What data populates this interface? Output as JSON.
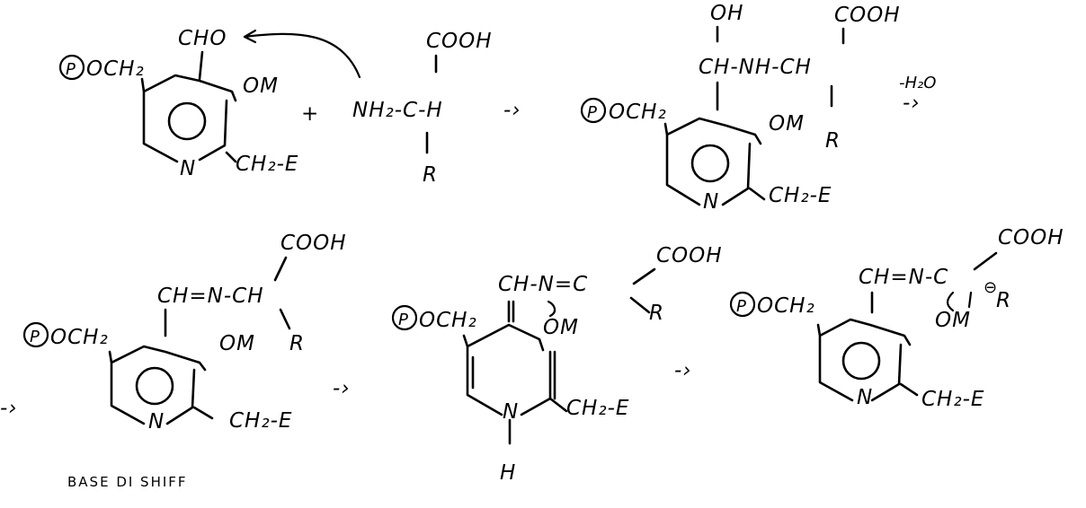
{
  "labels": {
    "s1_cho": "CHO",
    "s1_poch2": "OCH₂",
    "s1_oh": "OM",
    "s1_n": "N",
    "s1_ch2e": "CH₂-E",
    "aa_cooh": "COOH",
    "aa_nh2": "NH₂-C-H",
    "aa_r": "R",
    "plus": "+",
    "s2_oh_top": "OH",
    "s2_cooh": "COOH",
    "s2_chain": "CH-NH-CH",
    "s2_poch": "OCH₂",
    "s2_oh": "OM",
    "s2_r": "R",
    "s2_n": "N",
    "s2_ch2e": "CH₂-E",
    "water": "-H₂O",
    "s3_cooh": "COOH",
    "s3_chain": "CH=N-CH",
    "s3_poch": "OCH₂",
    "s3_oh": "OM",
    "s3_r": "R",
    "s3_n": "N",
    "s3_ch2e": "CH₂-E",
    "caption": "BASE DI SHIFF",
    "s4_cooh": "COOH",
    "s4_chain": "CH-N=C",
    "s4_r": "R",
    "s4_poch": "OCH₂",
    "s4_oh": "OM",
    "s4_n": "N",
    "s4_h": "H",
    "s4_ch2e": "CH₂-E",
    "s5_cooh": "COOH",
    "s5_chain": "CH=N-C",
    "s5_charge": "⊖",
    "s5_r": "R",
    "s5_poch": "OCH₂",
    "s5_oh": "OM",
    "s5_n": "N",
    "s5_ch2e": "CH₂-E",
    "phosphate": "P",
    "arrow": "-›"
  }
}
